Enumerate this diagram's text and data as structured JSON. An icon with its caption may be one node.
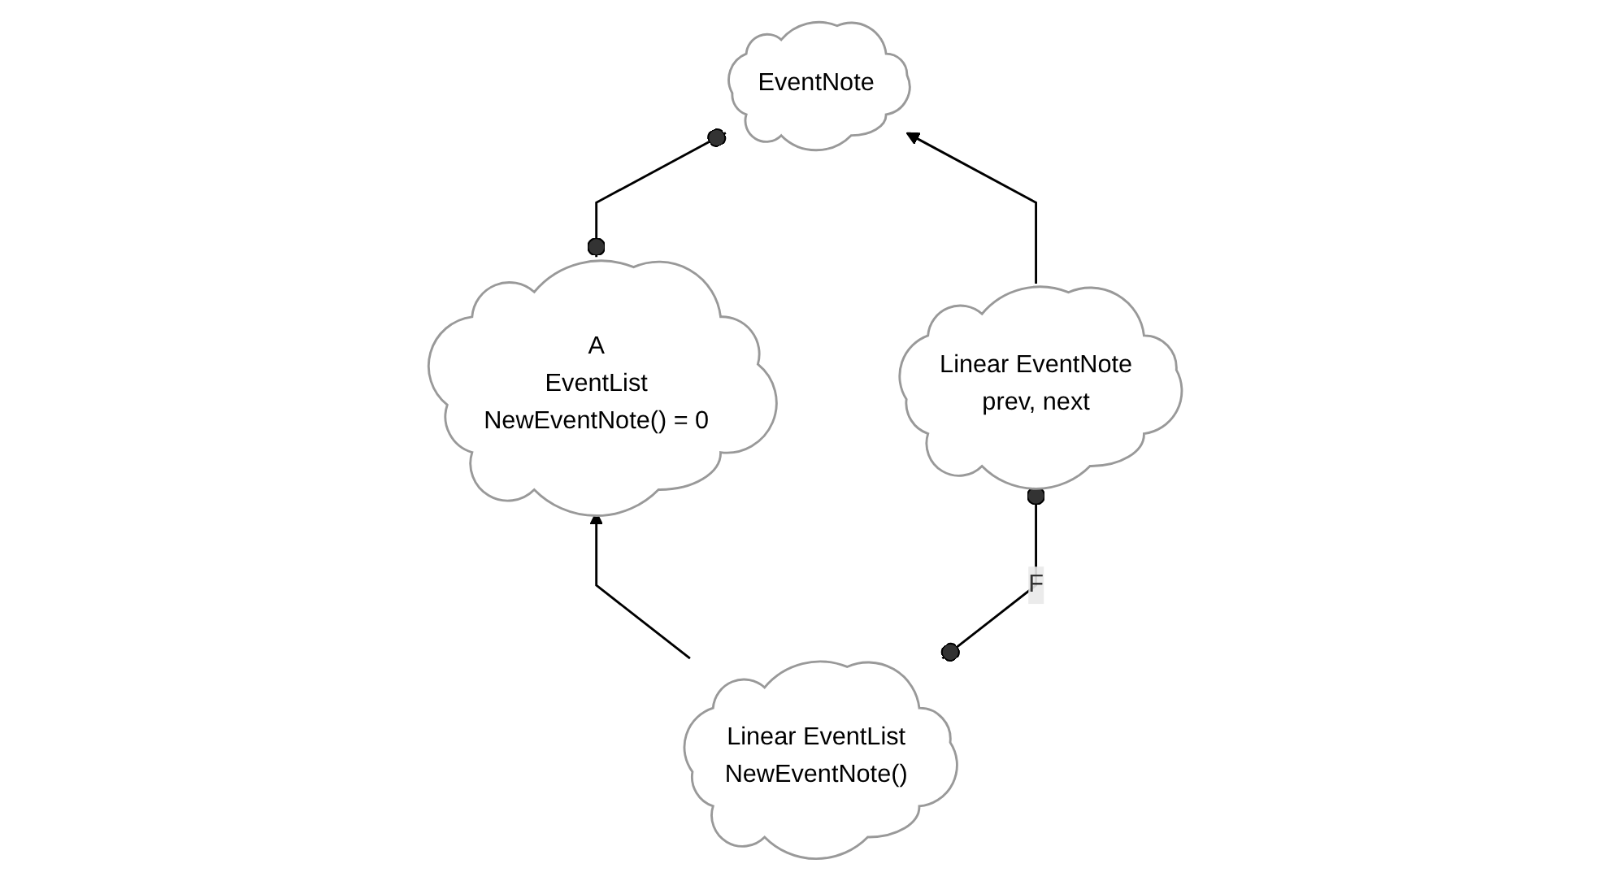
{
  "diagram": {
    "nodes": [
      {
        "text": [
          "A",
          "EventList",
          "NewEventNote() = 0"
        ]
      },
      {
        "text": [
          "EventNote"
        ]
      },
      {
        "text": [
          "Linear EventList",
          "NewEventNote()"
        ]
      },
      {
        "text": [
          "Linear EventNote",
          "prev, next"
        ]
      }
    ],
    "edges": [
      {
        "from": 0,
        "to": 1,
        "arrow": "other"
      },
      {
        "from": 2,
        "to": 0,
        "arrow": "to"
      },
      {
        "from": 3,
        "to": 1,
        "arrow": "to"
      },
      {
        "from": 2,
        "to": 3,
        "arrow": "other",
        "label": "F"
      }
    ]
  }
}
